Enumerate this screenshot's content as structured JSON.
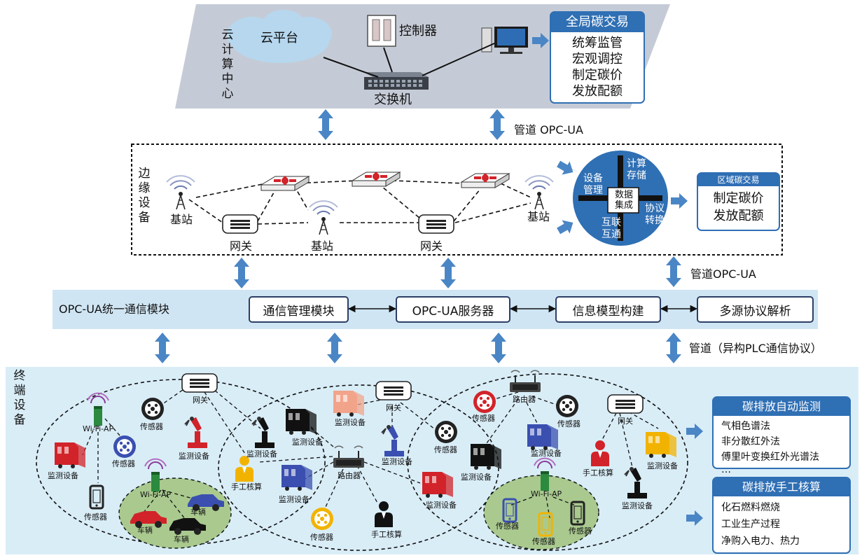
{
  "cloud": {
    "label": "云计算中心",
    "cloud_platform": "云平台",
    "controller": "控制器",
    "switch": "交换机",
    "global_panel": {
      "title": "全局碳交易",
      "items": [
        "统筹监管",
        "宏观调控",
        "制定碳价",
        "发放配额"
      ]
    }
  },
  "pipes": {
    "top": "管道 OPC-UA",
    "mid": "管道OPC-UA",
    "bottom": "管道（异构PLC通信协议）"
  },
  "edge": {
    "label": "边缘设备",
    "base_station": "基站",
    "gateway": "网关",
    "hub": {
      "center": "数据集成",
      "top_right": "计算存储",
      "top_left": "设备管理",
      "bottom_right": "协议转换",
      "bottom_left": "互联互通"
    },
    "regional_panel": {
      "title": "区域碳交易",
      "items": [
        "制定碳价",
        "发放配额"
      ]
    }
  },
  "opc": {
    "label": "OPC-UA统一通信模块",
    "modules": [
      "通信管理模块",
      "OPC-UA服务器",
      "信息模型构建",
      "多源协议解析"
    ]
  },
  "terminal": {
    "label": "终端设备",
    "gateway": "网关",
    "router": "路由器",
    "wifi_ap": "Wi-Fi-AP",
    "sensor": "传感器",
    "monitor": "监测设备",
    "manual": "手工核算",
    "vehicle": "车辆",
    "auto_panel": {
      "title": "碳排放自动监测",
      "items": [
        "气相色谱法",
        "非分散红外法",
        "傅里叶变换红外光谱法",
        "…"
      ]
    },
    "manual_panel": {
      "title": "碳排放手工核算",
      "items": [
        "化石燃料燃烧",
        "工业生产过程",
        "净购入电力、热力"
      ]
    }
  },
  "colors": {
    "cloud_bg": "#c5cbd6",
    "terminal_bg": "#d9edf7",
    "opc_bg": "#cfe5f3",
    "arrow": "#4a86c5",
    "hub": "#2f6fb4",
    "panel_border": "#2f6fb4",
    "green": "#a9c98f"
  }
}
